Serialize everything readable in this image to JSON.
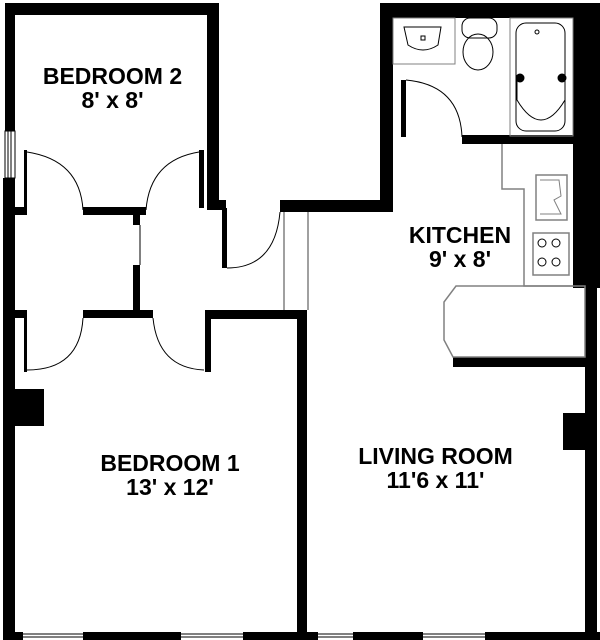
{
  "rooms": [
    {
      "name": "BEDROOM 2",
      "size": "8' x 8'"
    },
    {
      "name": "KITCHEN",
      "size": "9' x 8'"
    },
    {
      "name": "BEDROOM 1",
      "size": "13' x 12'"
    },
    {
      "name": "LIVING ROOM",
      "size": "11'6 x 11'"
    }
  ],
  "colors": {
    "wall": "#000000",
    "fixture": "#000000",
    "counter": "#808080",
    "background": "#ffffff"
  }
}
